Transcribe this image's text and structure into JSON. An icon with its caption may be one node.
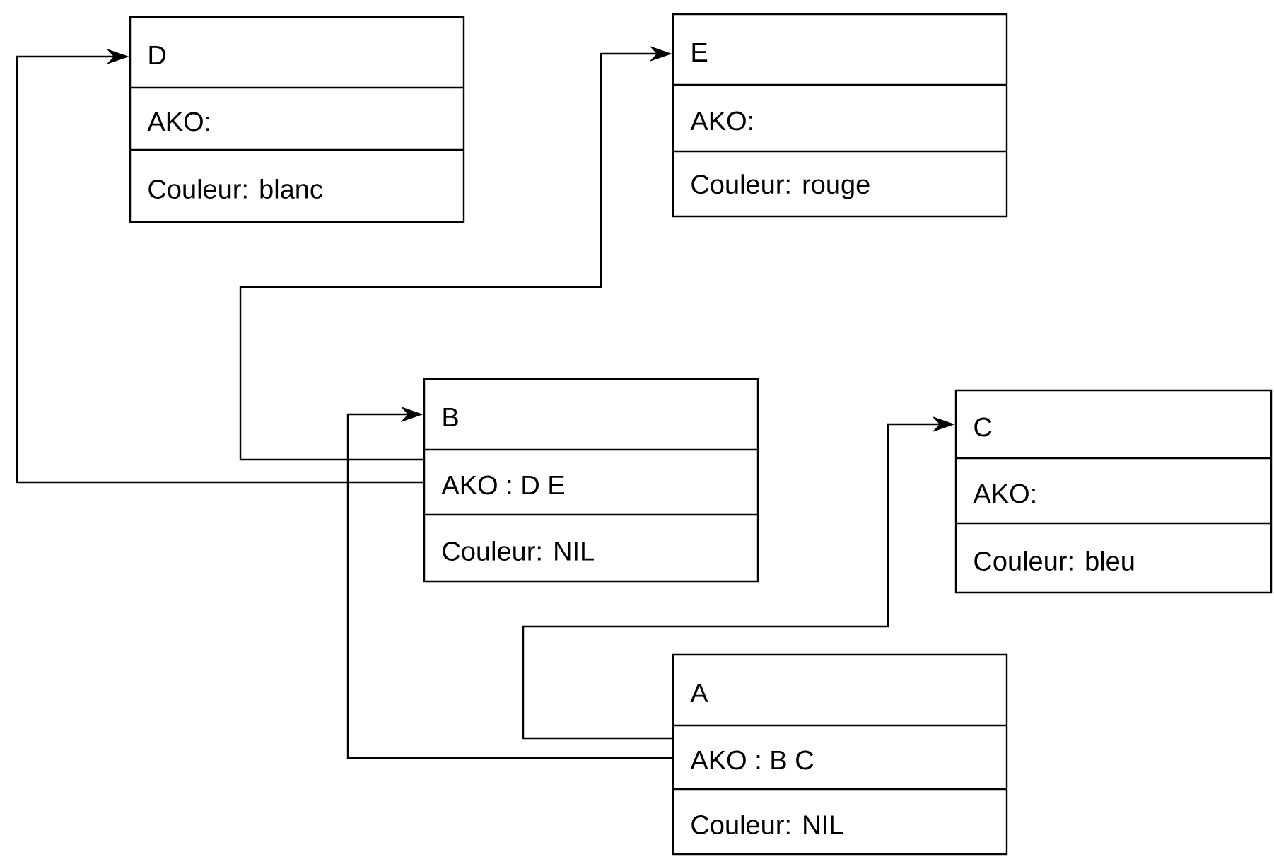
{
  "diagram": {
    "nodes": [
      {
        "text": [
          "D",
          "AKO:",
          "Couleur:  blanc"
        ]
      },
      {
        "text": [
          "E",
          "AKO:",
          "Couleur:  rouge"
        ]
      },
      {
        "text": [
          "B",
          "AKO : D E",
          "Couleur:  NIL"
        ]
      },
      {
        "text": [
          "C",
          "AKO:",
          "Couleur:  bleu"
        ]
      },
      {
        "text": [
          "A",
          "AKO : B C",
          "Couleur:  NIL"
        ]
      }
    ],
    "edges": [
      {
        "from": 2,
        "to": 0,
        "arrow": "to"
      },
      {
        "from": 2,
        "to": 1,
        "arrow": "to"
      },
      {
        "from": 4,
        "to": 2,
        "arrow": "to"
      },
      {
        "from": 4,
        "to": 3,
        "arrow": "to"
      }
    ]
  }
}
